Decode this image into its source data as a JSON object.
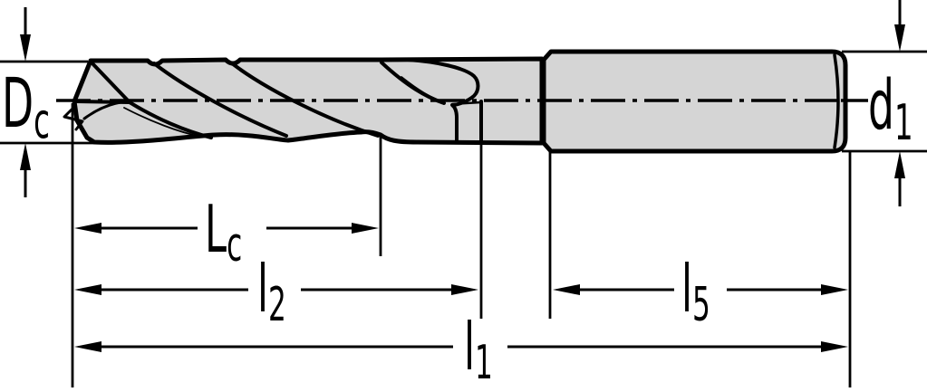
{
  "drawing": {
    "title": "drill-dimension-diagram",
    "background": "#ffffff",
    "line_color": "#000000",
    "body_fill": "#d5d5d5",
    "labels": {
      "cutting_diameter": {
        "main": "D",
        "sub": "c"
      },
      "shank_diameter": {
        "main": "d",
        "sub": "1"
      },
      "flute_length": {
        "main": "L",
        "sub": "c"
      },
      "length_l2": {
        "main": "l",
        "sub": "2"
      },
      "shank_length": {
        "main": "l",
        "sub": "5"
      },
      "overall_length": {
        "main": "l",
        "sub": "1"
      }
    }
  }
}
